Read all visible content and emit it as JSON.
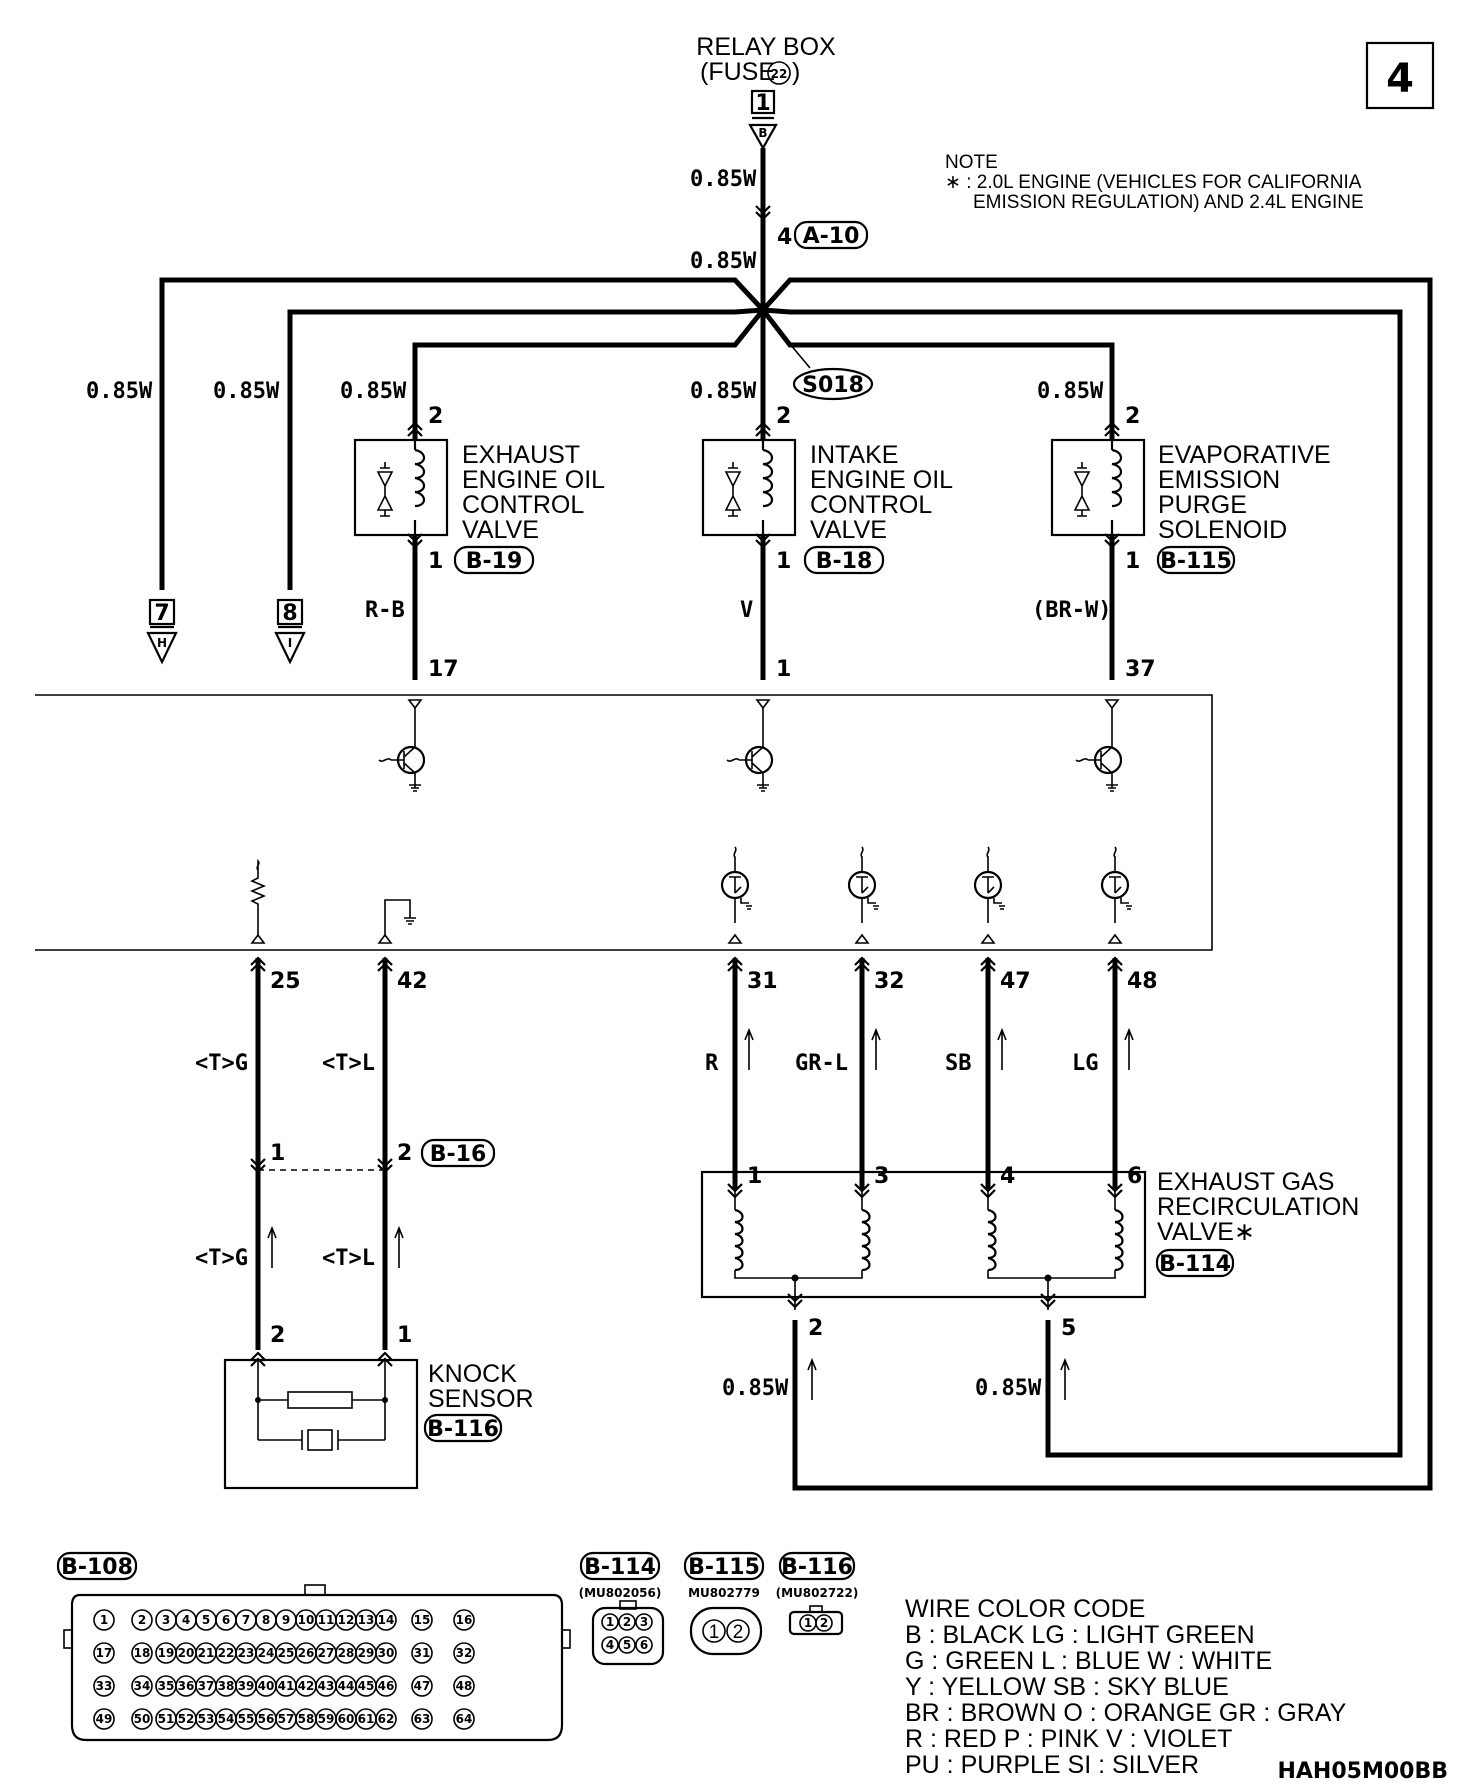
{
  "page_number": "4",
  "relay_box": {
    "title": "RELAY BOX",
    "fuse_label": "(FUSE",
    "fuse_number": "22",
    "close": ")",
    "terminal": "1",
    "connector": "B"
  },
  "note": {
    "title": "NOTE",
    "line1": "∗ : 2.0L ENGINE (VEHICLES FOR CALIFORNIA",
    "line2": "EMISSION REGULATION) AND 2.4L ENGINE"
  },
  "feed": {
    "wire_top": "0.85W",
    "pin_a10": "4",
    "conn_a10": "A-10",
    "wire_mid": "0.85W",
    "splice": "S018"
  },
  "branches": {
    "w1": "0.85W",
    "w2": "0.85W",
    "w3": "0.85W",
    "w4": "0.85W",
    "w5": "0.85W"
  },
  "off_page": [
    {
      "num": "7",
      "letter": "H"
    },
    {
      "num": "8",
      "letter": "I"
    }
  ],
  "solenoids": [
    {
      "l1": "EXHAUST",
      "l2": "ENGINE OIL",
      "l3": "CONTROL",
      "l4": "VALVE",
      "pin_top": "2",
      "pin_bot": "1",
      "conn": "B-19",
      "wire": "R-B",
      "ecu_pin": "17"
    },
    {
      "l1": "INTAKE",
      "l2": "ENGINE OIL",
      "l3": "CONTROL",
      "l4": "VALVE",
      "pin_top": "2",
      "pin_bot": "1",
      "conn": "B-18",
      "wire": "V",
      "ecu_pin": "1"
    },
    {
      "l1": "EVAPORATIVE",
      "l2": "EMISSION",
      "l3": "PURGE",
      "l4": "SOLENOID",
      "pin_top": "2",
      "pin_bot": "1",
      "conn": "B-115",
      "wire": "(BR-W)",
      "ecu_pin": "37"
    }
  ],
  "ecu_lower_pins": [
    "25",
    "42",
    "31",
    "32",
    "47",
    "48"
  ],
  "knock": {
    "wire1": "<T>G",
    "wire2": "<T>L",
    "wire3": "<T>G",
    "wire4": "<T>L",
    "b16_pin1": "1",
    "b16_pin2": "2",
    "b16_conn": "B-16",
    "sensor_pin_left": "2",
    "sensor_pin_right": "1",
    "name1": "KNOCK",
    "name2": "SENSOR",
    "conn": "B-116"
  },
  "egr": {
    "wires": [
      "R",
      "GR-L",
      "SB",
      "LG"
    ],
    "coil_pins": [
      "1",
      "3",
      "4",
      "6"
    ],
    "name1": "EXHAUST GAS",
    "name2": "RECIRCULATION",
    "name3": "VALVE",
    "asterisk": "∗",
    "conn": "B-114",
    "common_pin_left": "2",
    "common_pin_right": "5",
    "wire_left": "0.85W",
    "wire_right": "0.85W"
  },
  "connectors": {
    "b108": "B-108",
    "b114": "B-114",
    "b114_part": "(MU802056)",
    "b114_pins": [
      "1",
      "2",
      "3",
      "4",
      "5",
      "6"
    ],
    "b115": "B-115",
    "b115_part": "MU802779",
    "b115_pins": [
      "1",
      "2"
    ],
    "b116": "B-116",
    "b116_part": "(MU802722)",
    "b116_pins": [
      "1",
      "2"
    ]
  },
  "b108_rows": [
    [
      "1",
      "2",
      "3",
      "4",
      "5",
      "6",
      "7",
      "8",
      "9",
      "10",
      "11",
      "12",
      "13",
      "14",
      "15",
      "16"
    ],
    [
      "17",
      "18",
      "19",
      "20",
      "21",
      "22",
      "23",
      "24",
      "25",
      "26",
      "27",
      "28",
      "29",
      "30",
      "31",
      "32"
    ],
    [
      "33",
      "34",
      "35",
      "36",
      "37",
      "38",
      "39",
      "40",
      "41",
      "42",
      "43",
      "44",
      "45",
      "46",
      "47",
      "48"
    ],
    [
      "49",
      "50",
      "51",
      "52",
      "53",
      "54",
      "55",
      "56",
      "57",
      "58",
      "59",
      "60",
      "61",
      "62",
      "63",
      "64"
    ]
  ],
  "color_code": {
    "title": "WIRE COLOR CODE",
    "line1": "B : BLACK      LG : LIGHT GREEN",
    "line2": "G : GREEN      L : BLUE      W : WHITE",
    "line3": "Y : YELLOW      SB : SKY BLUE",
    "line4": "BR : BROWN      O : ORANGE      GR : GRAY",
    "line5": "R : RED      P : PINK      V : VIOLET",
    "line6": "PU : PURPLE      SI : SILVER"
  },
  "diagram_code": "HAH05M00BB"
}
